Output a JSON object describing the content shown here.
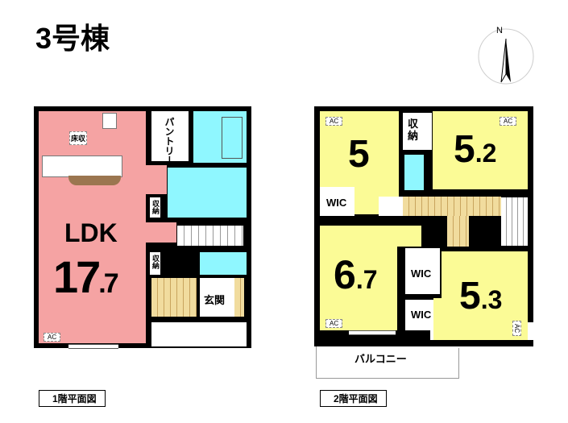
{
  "title": "3号棟",
  "compass": {
    "label": "N"
  },
  "floor1": {
    "caption": "1階平面図",
    "ldk_label": "LDK",
    "ldk_size": "17",
    "ldk_size_decimal": ".7",
    "floor_storage": "床収",
    "pantry": "パントリー",
    "storage1": "収納",
    "storage2": "収納",
    "entrance": "玄関",
    "ac": "AC"
  },
  "floor2": {
    "caption": "2階平面図",
    "room_a": "5",
    "room_b": "5",
    "room_b_decimal": ".2",
    "room_c": "6",
    "room_c_decimal": ".7",
    "room_d": "5",
    "room_d_decimal": ".3",
    "storage": "収納",
    "wic1": "WIC",
    "wic2": "WIC",
    "wic3": "WIC",
    "balcony": "バルコニー",
    "ac1": "AC",
    "ac2": "AC",
    "ac3": "AC",
    "ac4": "AC"
  }
}
